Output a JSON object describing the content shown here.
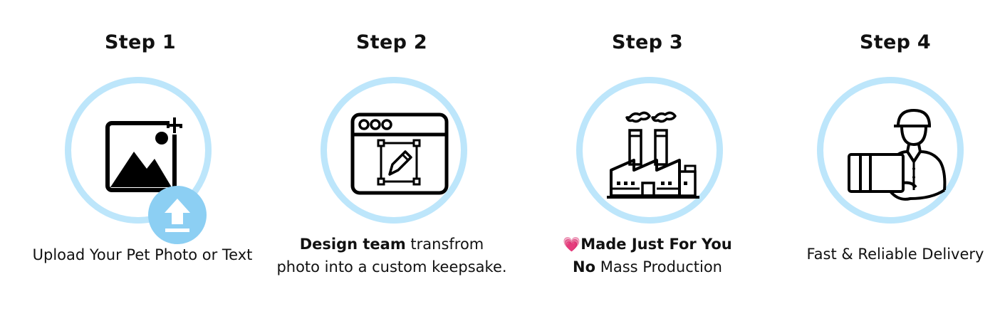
{
  "steps": [
    {
      "title": "Step 1",
      "icon": "image-add-icon",
      "caption_line1": "Upload Your Pet Photo or Text"
    },
    {
      "title": "Step 2",
      "icon": "browser-edit-icon",
      "caption_bold": "Design team",
      "caption_rest": " transfrom",
      "caption_line2": "photo into a custom keepsake."
    },
    {
      "title": "Step 3",
      "icon": "factory-icon",
      "caption_heart": "💗",
      "caption_bold": "Made Just For You",
      "caption_bold2": "No",
      "caption_rest2": " Mass Production"
    },
    {
      "title": "Step 4",
      "icon": "delivery-person-icon",
      "caption_line1": "Fast & Reliable Delivery"
    }
  ],
  "colors": {
    "ring": "#bde6fb",
    "badge": "#8ccff3",
    "text": "#111111"
  }
}
